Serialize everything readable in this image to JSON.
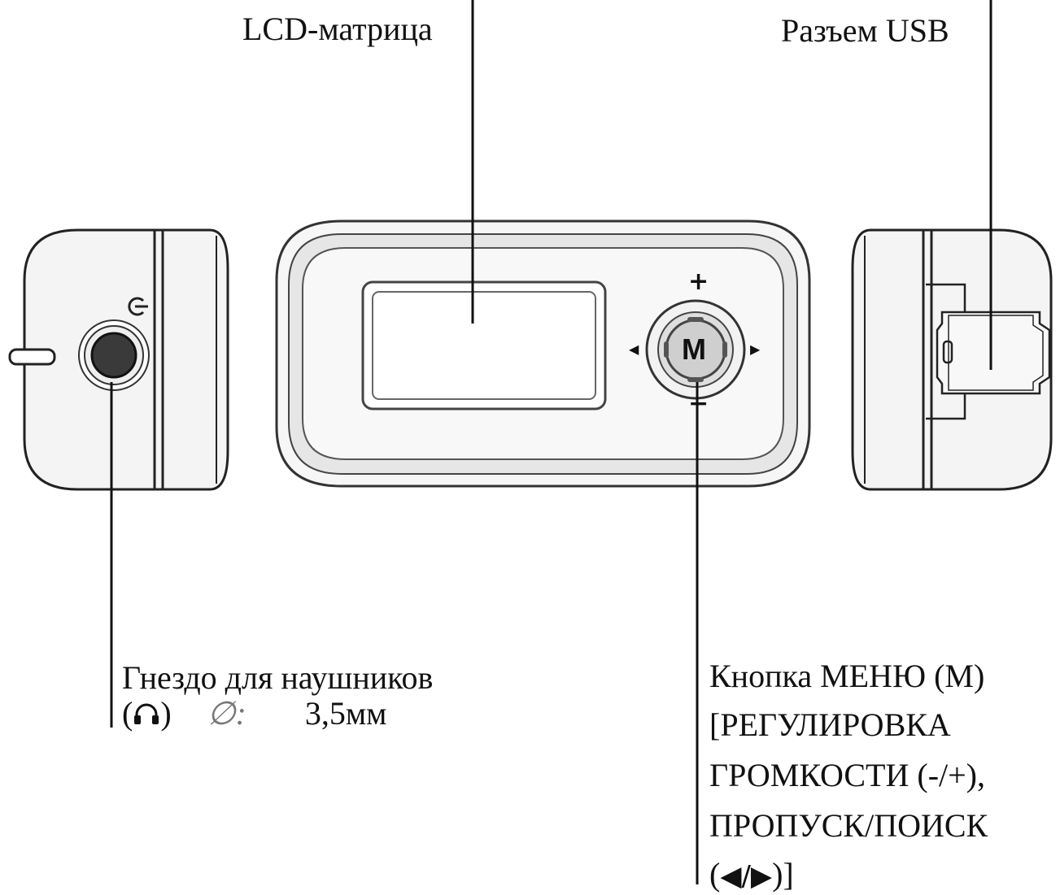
{
  "labels": {
    "lcd": "LCD-матрица",
    "usb": "Разъем USB",
    "jack_line1": "Гнездо для наушников",
    "jack_paren_open": "(",
    "jack_icon": "headphones-icon",
    "jack_paren_close": ")",
    "jack_diameter_symbol": "∅:",
    "jack_value": "3,5мм",
    "menu_line1": "Кнопка МЕНЮ (М)",
    "menu_line2": "[РЕГУЛИРОВКА",
    "menu_line3": "ГРОМКОСТИ (-/+),",
    "menu_line4": "ПРОПУСК/ПОИСК",
    "menu_line5_open": "(",
    "menu_line5_arrows": "◀/▶",
    "menu_line5_close": ")]"
  },
  "button": {
    "center": "M",
    "plus": "+",
    "minus": "−",
    "left": "◀",
    "right": "▶"
  }
}
